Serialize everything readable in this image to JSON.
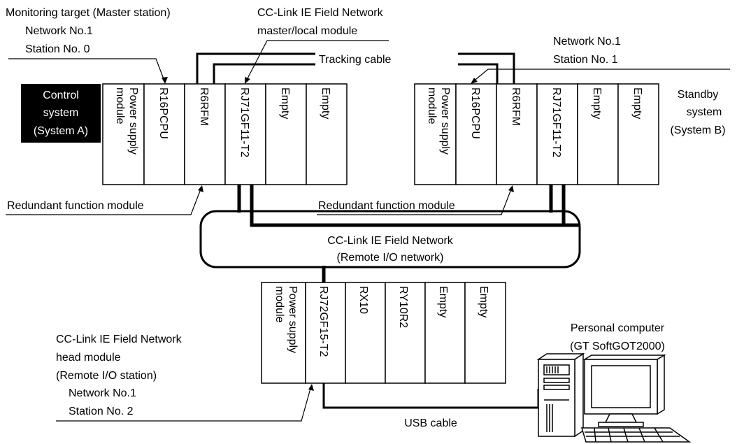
{
  "colors": {
    "line": "#000000",
    "background": "#ffffff",
    "label_box": "#000000",
    "label_box_text": "#ffffff"
  },
  "labels": {
    "monitoring_target": "Monitoring target (Master station)",
    "monitoring_network": "Network No.1",
    "monitoring_station": "Station No. 0",
    "ccie_master_line1": "CC-Link IE Field Network",
    "ccie_master_line2": "master/local module",
    "tracking_cable": "Tracking cable",
    "sysb_network": "Network No.1",
    "sysb_station": "Station No. 1",
    "control_line1": "Control",
    "control_line2": "system",
    "control_line3": "(System A)",
    "standby_line1": "Standby",
    "standby_line2": "system",
    "standby_line3": "(System B)",
    "redundant_a": "Redundant function module",
    "redundant_b": "Redundant function module",
    "network_line1": "CC-Link IE Field Network",
    "network_line2": "(Remote I/O network)",
    "head_line1": "CC-Link IE Field Network",
    "head_line2": "head module",
    "head_line3": "(Remote I/O station)",
    "head_line4": "Network No.1",
    "head_line5": "Station No. 2",
    "pc_line1": "Personal computer",
    "pc_line2": "(GT SoftGOT2000)",
    "usb_cable": "USB cable"
  },
  "rack_a": {
    "power_line1": "Power supply",
    "power_line2": "module",
    "modules": [
      "R16PCPU",
      "R6RFM",
      "RJ71GF11-T2",
      "Empty",
      "Empty"
    ]
  },
  "rack_b": {
    "power_line1": "Power supply",
    "power_line2": "module",
    "modules": [
      "R16PCPU",
      "R6RFM",
      "RJ71GF11-T2",
      "Empty",
      "Empty"
    ]
  },
  "rack_remote": {
    "power_line1": "Power supply",
    "power_line2": "module",
    "modules": [
      "RJ72GF15-T2",
      "RX10",
      "RY10R2",
      "Empty",
      "Empty"
    ]
  }
}
